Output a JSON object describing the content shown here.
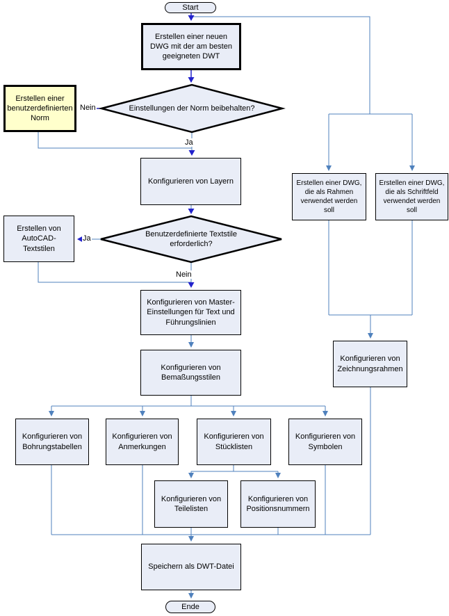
{
  "diagram": {
    "type": "flowchart",
    "language": "de",
    "colors": {
      "node_fill": "#E9EDF7",
      "highlight_fill": "#FFFFCC",
      "node_border": "#000000",
      "connector": "#4F81BD",
      "arrow_accent": "#2222CC"
    },
    "nodes": {
      "start": {
        "label": "Start",
        "shape": "terminator"
      },
      "new_dwg": {
        "label": "Erstellen einer neuen DWG mit der am besten geeigneten DWT",
        "shape": "process"
      },
      "norm_decision": {
        "label": "Einstellungen der Norm beibehalten?",
        "shape": "decision"
      },
      "custom_norm": {
        "label": "Erstellen einer benutzerdefinierten Norm",
        "shape": "process-highlight"
      },
      "layers": {
        "label": "Konfigurieren von Layern",
        "shape": "process"
      },
      "textstyle_decision": {
        "label": "Benutzerdefinierte Textstile erforderlich?",
        "shape": "decision"
      },
      "autocad_textstyles": {
        "label": "Erstellen von AutoCAD-Textstilen",
        "shape": "process"
      },
      "master_settings": {
        "label": "Konfigurieren von Master-Einstellungen für Text und Führungslinien",
        "shape": "process"
      },
      "dim_styles": {
        "label": "Konfigurieren von Bemaßungsstilen",
        "shape": "process"
      },
      "dwg_rahmen": {
        "label": "Erstellen einer DWG, die als Rahmen verwendet werden soll",
        "shape": "process"
      },
      "dwg_schriftfeld": {
        "label": "Erstellen einer DWG, die als Schriftfeld verwendet werden soll",
        "shape": "process"
      },
      "zeichnungsrahmen": {
        "label": "Konfigurieren von Zeichnungsrahmen",
        "shape": "process"
      },
      "bohrungstabellen": {
        "label": "Konfigurieren von Bohrungstabellen",
        "shape": "process"
      },
      "anmerkungen": {
        "label": "Konfigurieren von Anmerkungen",
        "shape": "process"
      },
      "stuecklisten": {
        "label": "Konfigurieren von Stücklisten",
        "shape": "process"
      },
      "symbolen": {
        "label": "Konfigurieren von Symbolen",
        "shape": "process"
      },
      "teilelisten": {
        "label": "Konfigurieren von Teilelisten",
        "shape": "process"
      },
      "positionsnummern": {
        "label": "Konfigurieren von Positionsnummern",
        "shape": "process"
      },
      "speichern": {
        "label": "Speichern als DWT-Datei",
        "shape": "process"
      },
      "ende": {
        "label": "Ende",
        "shape": "terminator"
      }
    },
    "edge_labels": {
      "norm_no": "Nein",
      "norm_yes": "Ja",
      "textstyle_yes": "Ja",
      "textstyle_no": "Nein"
    }
  }
}
